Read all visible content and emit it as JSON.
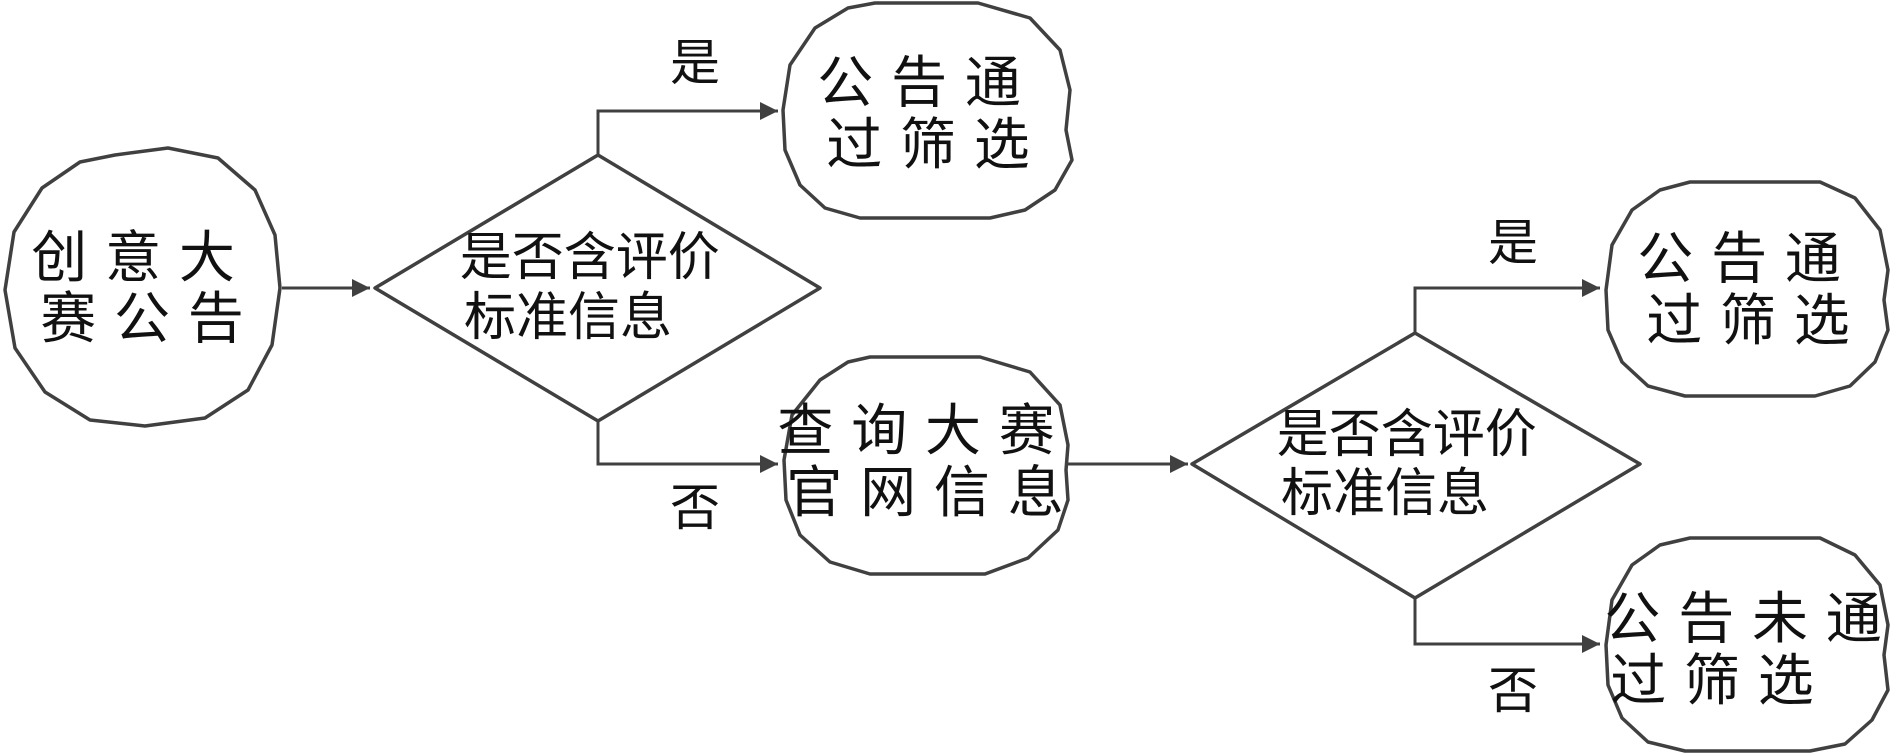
{
  "nodes": {
    "start": {
      "lines": [
        "创 意 大",
        "赛 公 告"
      ]
    },
    "decision1": {
      "lines": [
        "是否含评价",
        "标准信息"
      ]
    },
    "pass1": {
      "lines": [
        "公 告 通",
        "过 筛 选"
      ]
    },
    "query": {
      "lines": [
        "查 询 大 赛",
        "官 网 信 息"
      ]
    },
    "decision2": {
      "lines": [
        "是否含评价",
        "标准信息"
      ]
    },
    "pass2": {
      "lines": [
        "公 告 通",
        "过 筛 选"
      ]
    },
    "fail": {
      "lines": [
        "公 告 未 通",
        "过 筛 选"
      ]
    }
  },
  "edges": {
    "d1_yes": "是",
    "d1_no": "否",
    "d2_yes": "是",
    "d2_no": "否"
  },
  "colors": {
    "stroke": "#404040",
    "text": "#111111",
    "background": "#ffffff"
  }
}
